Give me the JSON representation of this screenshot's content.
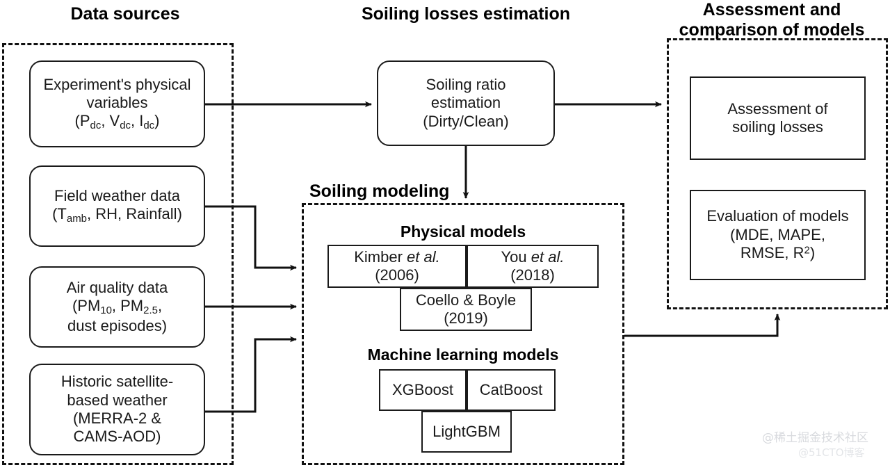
{
  "sections": [
    {
      "id": "data-sources",
      "title": "Data sources"
    },
    {
      "id": "soiling-losses",
      "title": "Soiling losses estimation"
    },
    {
      "id": "assessment",
      "title": "Assessment and\ncomparison of models"
    }
  ],
  "data_sources": {
    "title": "Data sources",
    "boxes": [
      {
        "id": "experiment-physical-variables",
        "line1": "Experiment's physical",
        "line2": "variables",
        "line3_prefix": "(P",
        "line3_sub1": "dc",
        "line3_mid1": ", V",
        "line3_sub2": "dc",
        "line3_mid2": ", I",
        "line3_sub3": "dc",
        "line3_suffix": ")"
      },
      {
        "id": "field-weather-data",
        "line1": "Field weather data",
        "line2_prefix": "(T",
        "line2_sub": "amb",
        "line2_suffix": ", RH, Rainfall)"
      },
      {
        "id": "air-quality-data",
        "line1": "Air quality data",
        "line2_prefix": "(PM",
        "line2_sub1": "10",
        "line2_mid": ", PM",
        "line2_sub2": "2.5",
        "line2_suffix": ",",
        "line3": "dust episodes)"
      },
      {
        "id": "historic-satellite-weather",
        "line1": "Historic satellite-",
        "line2": "based weather",
        "line3": "(MERRA-2 &",
        "line4": "CAMS-AOD)"
      }
    ]
  },
  "soiling_losses": {
    "title": "Soiling losses estimation",
    "box": {
      "id": "soiling-ratio-estimation",
      "line1": "Soiling ratio",
      "line2": "estimation",
      "line3": "(Dirty/Clean)"
    }
  },
  "soiling_modeling": {
    "label": "Soiling modeling",
    "physical_models": {
      "label": "Physical models",
      "items": [
        {
          "id": "kimber",
          "line1_pre": "Kimber ",
          "line1_ital": "et al.",
          "line2": "(2006)"
        },
        {
          "id": "you",
          "line1_pre": "You ",
          "line1_ital": "et al.",
          "line2": "(2018)"
        },
        {
          "id": "coello-boyle",
          "line1": "Coello & Boyle",
          "line2": "(2019)"
        }
      ]
    },
    "ml_models": {
      "label": "Machine learning models",
      "items": [
        {
          "id": "xgboost",
          "label": "XGBoost"
        },
        {
          "id": "catboost",
          "label": "CatBoost"
        },
        {
          "id": "lightgbm",
          "label": "LightGBM"
        }
      ]
    }
  },
  "assessment": {
    "title": "Assessment and\ncomparison of models",
    "boxes": [
      {
        "id": "assessment-of-soiling-losses",
        "line1": "Assessment of",
        "line2": "soiling losses"
      },
      {
        "id": "evaluation-of-models",
        "line1": "Evaluation of models",
        "line2": "(MDE, MAPE,",
        "line3_pre": "RMSE, R",
        "line3_sup": "2",
        "line3_post": ")"
      }
    ]
  },
  "watermark": {
    "primary": "@稀土掘金技术社区",
    "secondary": "@51CTO博客"
  },
  "colors": {
    "stroke": "#1a1a1a",
    "text": "#1a1a1a",
    "background": "#ffffff",
    "watermark": "#d8dade"
  }
}
